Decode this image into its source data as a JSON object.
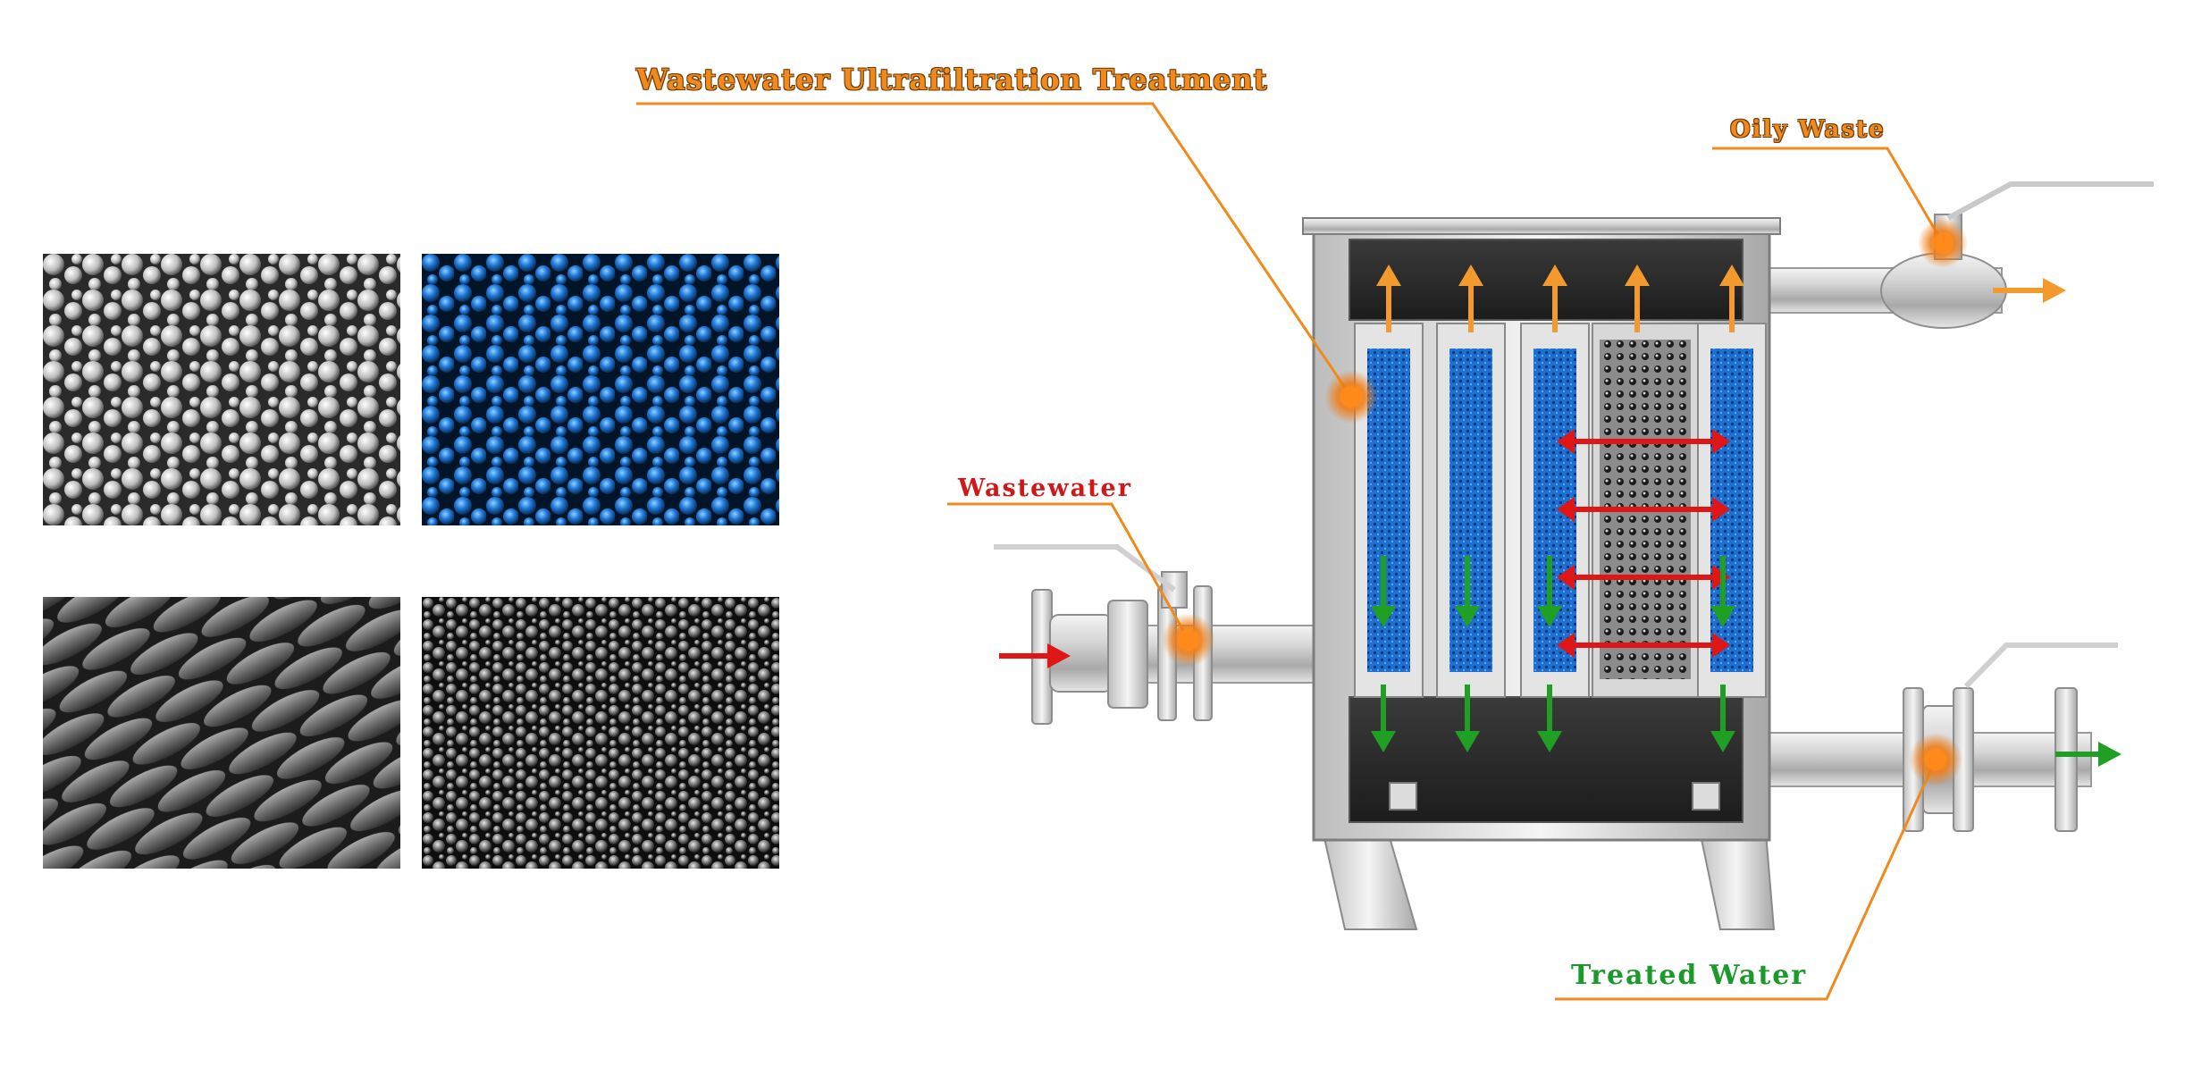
{
  "labels": {
    "title": "Wastewater Ultrafiltration Treatment",
    "oily_waste": "Oily Waste",
    "wastewater": "Wastewater",
    "treated_water": "Treated Water"
  },
  "colors": {
    "title_orange": "#f08a1c",
    "wastewater_red": "#d01818",
    "treated_green": "#1a9a2a",
    "membrane_blue": "#1f6fd1",
    "steel_grey": "#c8c8c8",
    "flow_orange": "#f29a2e",
    "flow_red": "#e01616",
    "flow_green": "#1fa024"
  },
  "photos": [
    {
      "name": "white-microspheres-photo",
      "icon": "photo"
    },
    {
      "name": "blue-microspheres-photo",
      "icon": "photo"
    },
    {
      "name": "woven-fiber-membrane-photo",
      "icon": "photo"
    },
    {
      "name": "porous-membrane-surface-photo",
      "icon": "photo"
    }
  ]
}
